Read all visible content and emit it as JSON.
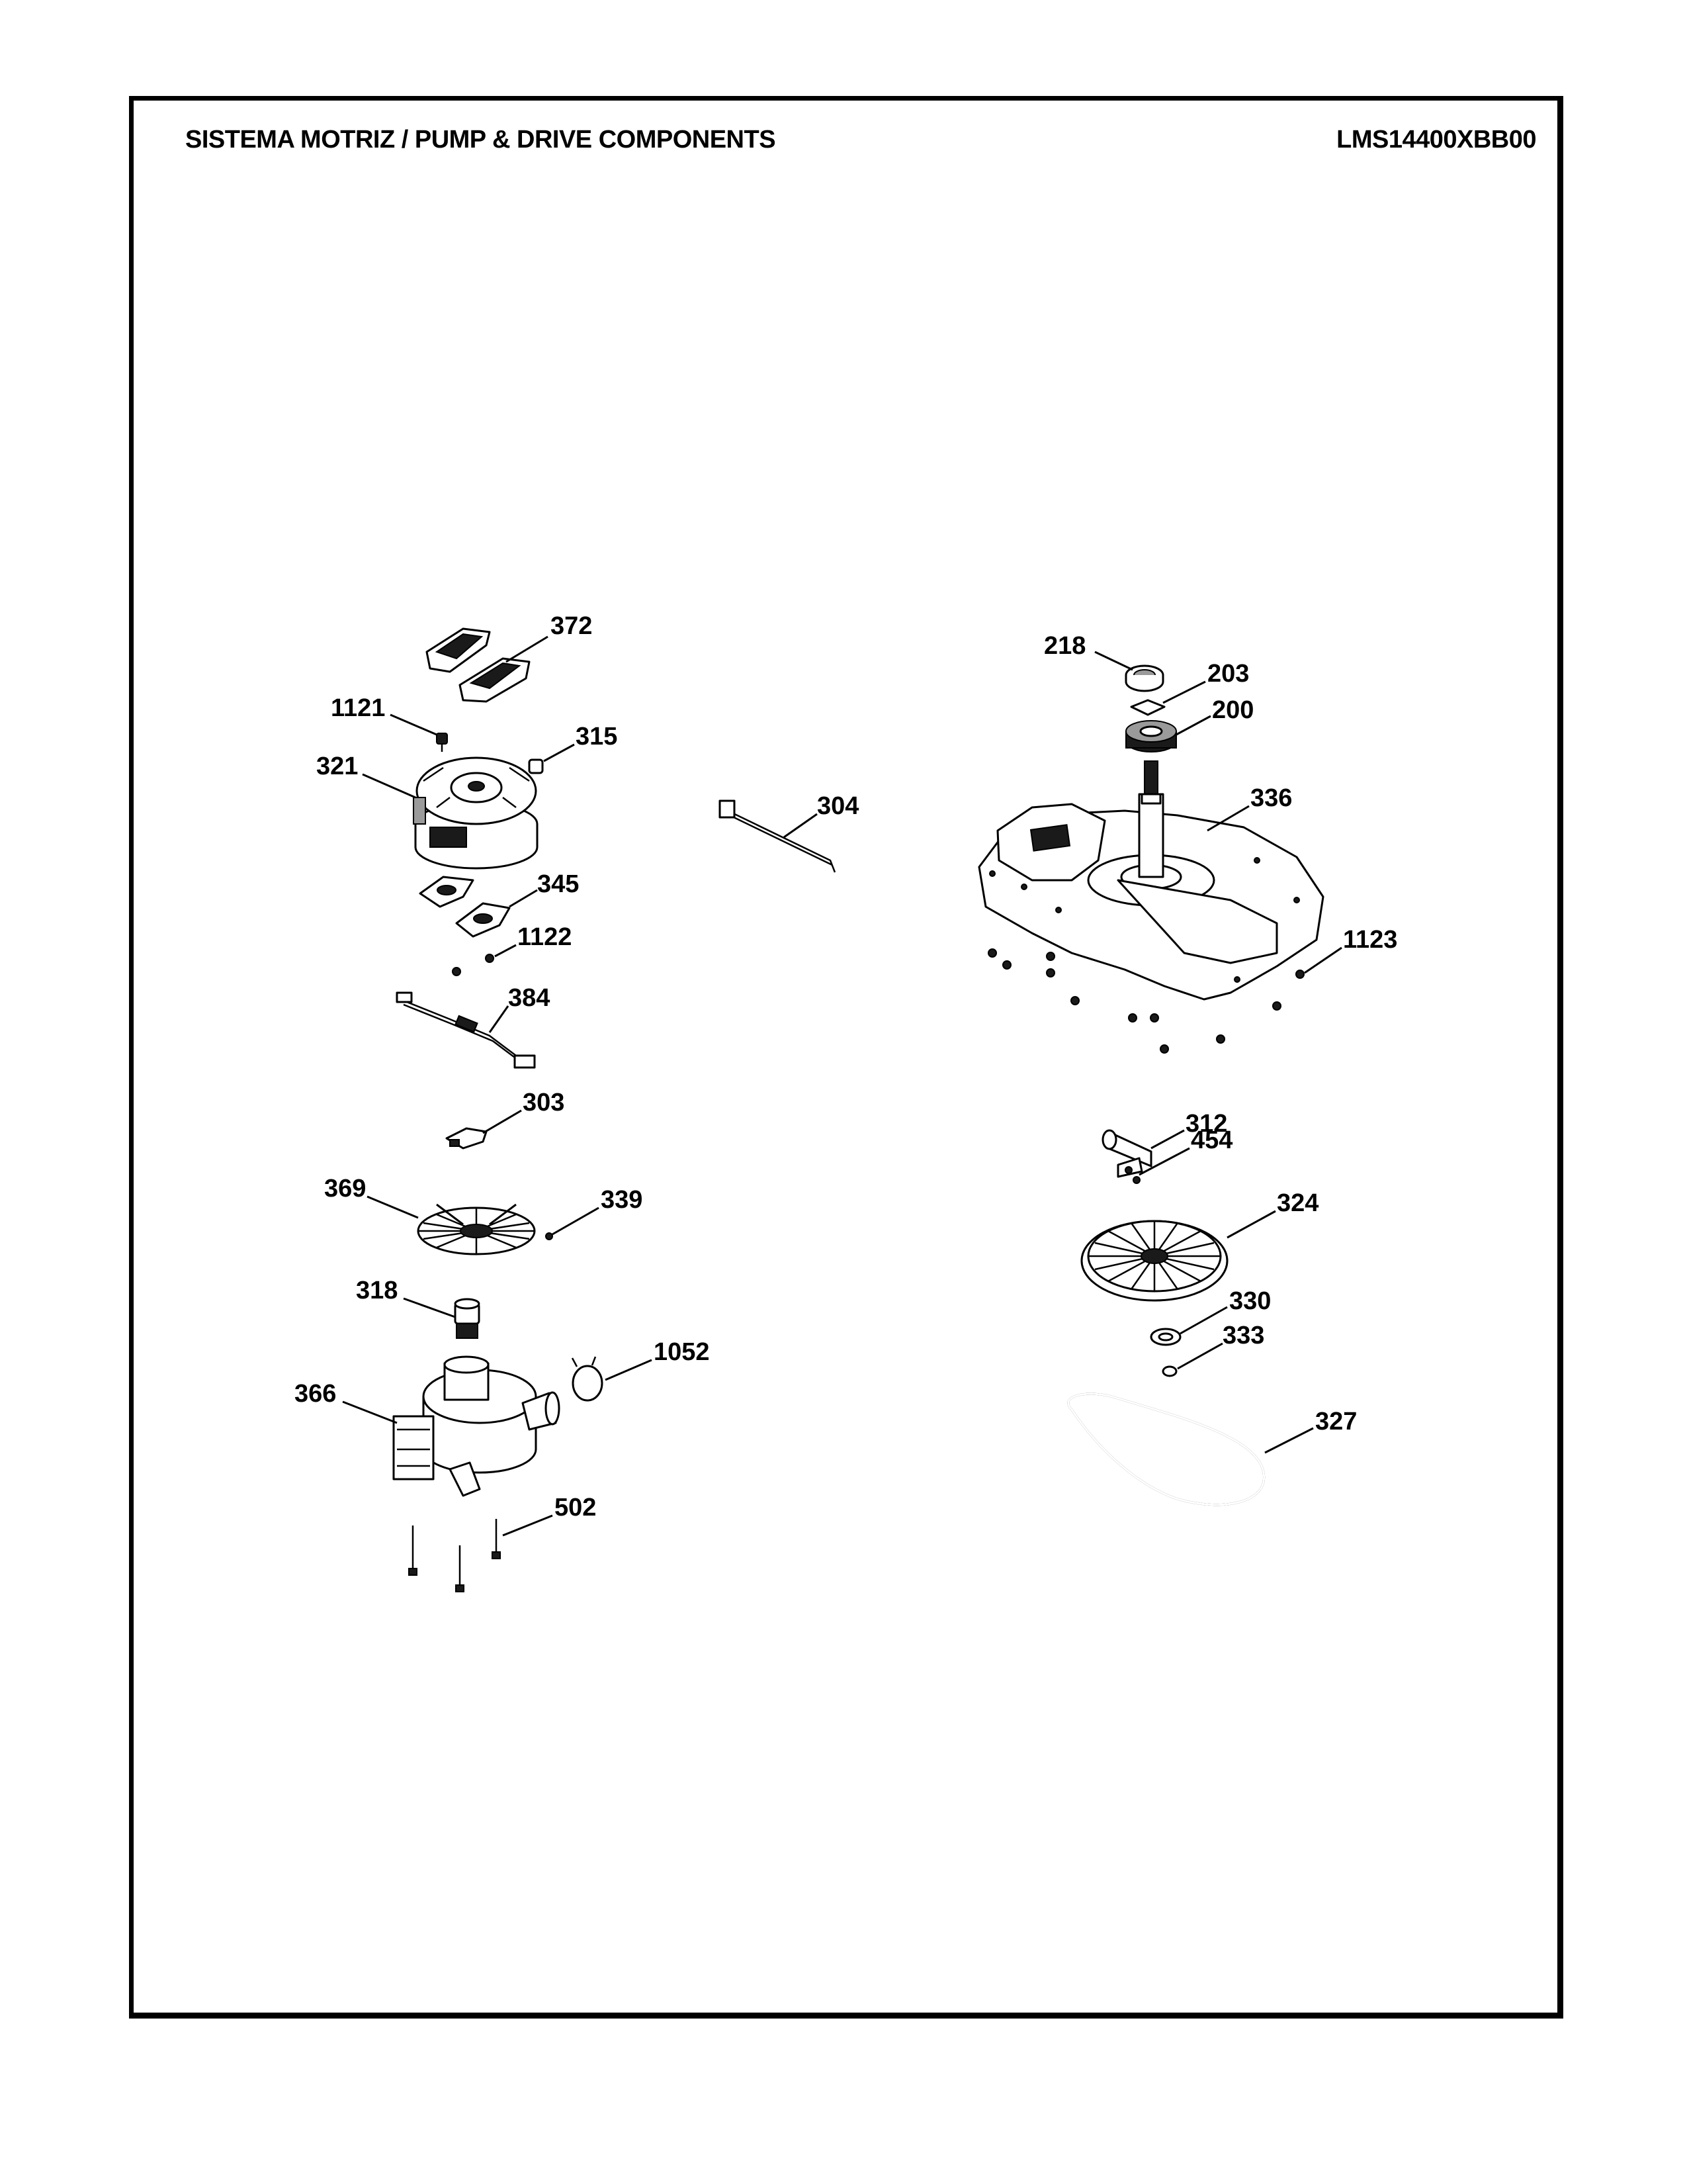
{
  "header": {
    "title": "SISTEMA MOTRIZ / PUMP  &  DRIVE COMPONENTS",
    "model": "LMS14400XBB00"
  },
  "callouts": {
    "c372": "372",
    "c1121": "1121",
    "c315": "315",
    "c321": "321",
    "c345": "345",
    "c1122": "1122",
    "c384": "384",
    "c303": "303",
    "c369": "369",
    "c339": "339",
    "c318": "318",
    "c366": "366",
    "c1052": "1052",
    "c502": "502",
    "c304": "304",
    "c218": "218",
    "c203": "203",
    "c200": "200",
    "c336": "336",
    "c1123": "1123",
    "c312": "312",
    "c454": "454",
    "c324": "324",
    "c330": "330",
    "c333": "333",
    "c327": "327"
  }
}
